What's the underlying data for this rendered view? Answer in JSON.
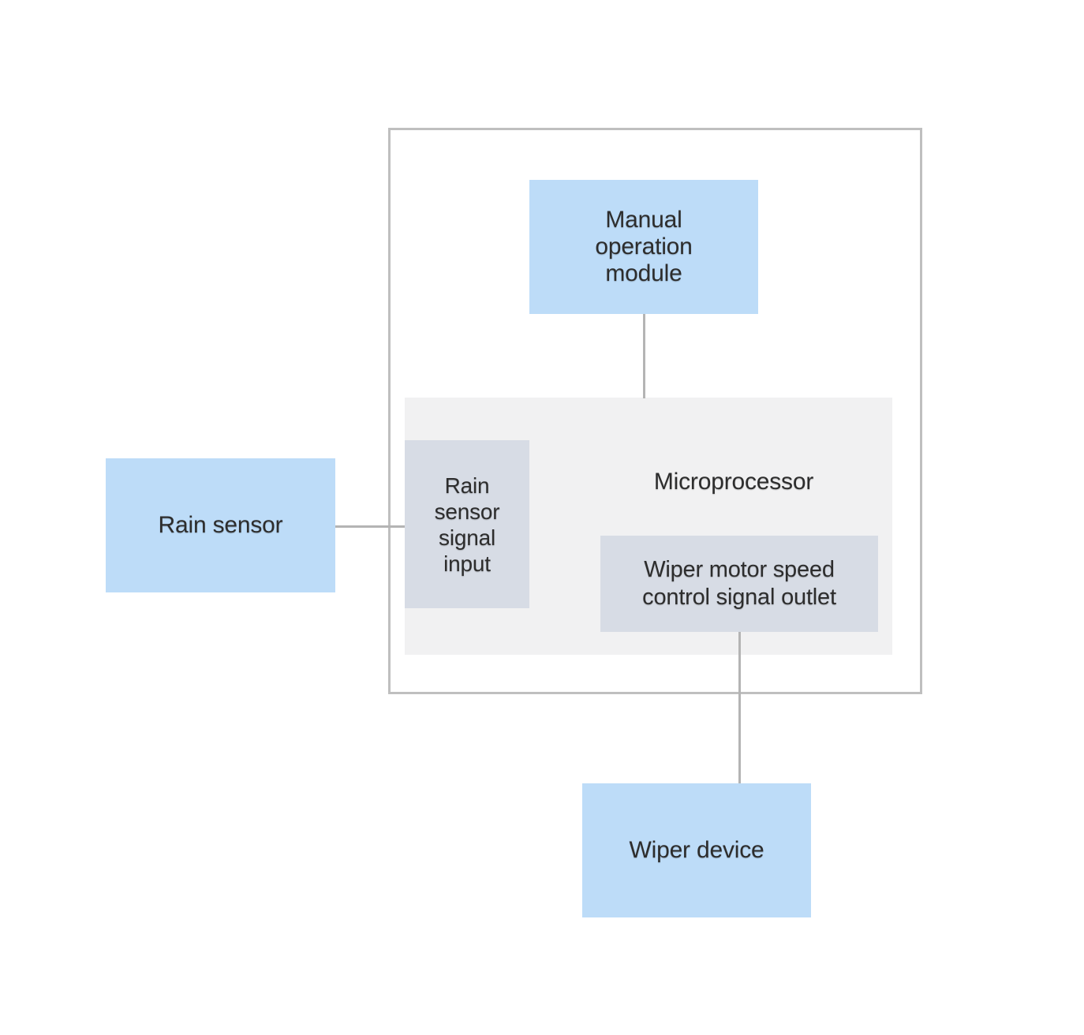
{
  "nodes": {
    "manual_operation_module": {
      "label": "Manual\noperation\nmodule"
    },
    "rain_sensor": {
      "label": "Rain sensor"
    },
    "microprocessor": {
      "label": "Microprocessor"
    },
    "rain_sensor_signal_input": {
      "label": "Rain\nsensor\nsignal\ninput"
    },
    "wiper_motor_speed_control_signal_outlet": {
      "label": "Wiper motor speed\ncontrol signal outlet"
    },
    "wiper_device": {
      "label": "Wiper device"
    }
  },
  "connectors": [
    {
      "name": "manual-to-microprocessor",
      "from": "manual_operation_module",
      "to": "microprocessor",
      "orientation": "vertical"
    },
    {
      "name": "rain-sensor-to-signal-input",
      "from": "rain_sensor",
      "to": "rain_sensor_signal_input",
      "orientation": "horizontal"
    },
    {
      "name": "signal-outlet-to-wiper-device",
      "from": "wiper_motor_speed_control_signal_outlet",
      "to": "wiper_device",
      "orientation": "vertical"
    }
  ],
  "colors": {
    "node_fill_blue": "#BDDCF8",
    "panel_fill_gray": "#F1F1F2",
    "inner_fill_gray_blue": "#D7DCE5",
    "connector_gray": "#B4B4B4",
    "frame_border_gray": "#BFBFBF",
    "text_dark": "#2D2D2D",
    "background": "#FFFFFF"
  }
}
